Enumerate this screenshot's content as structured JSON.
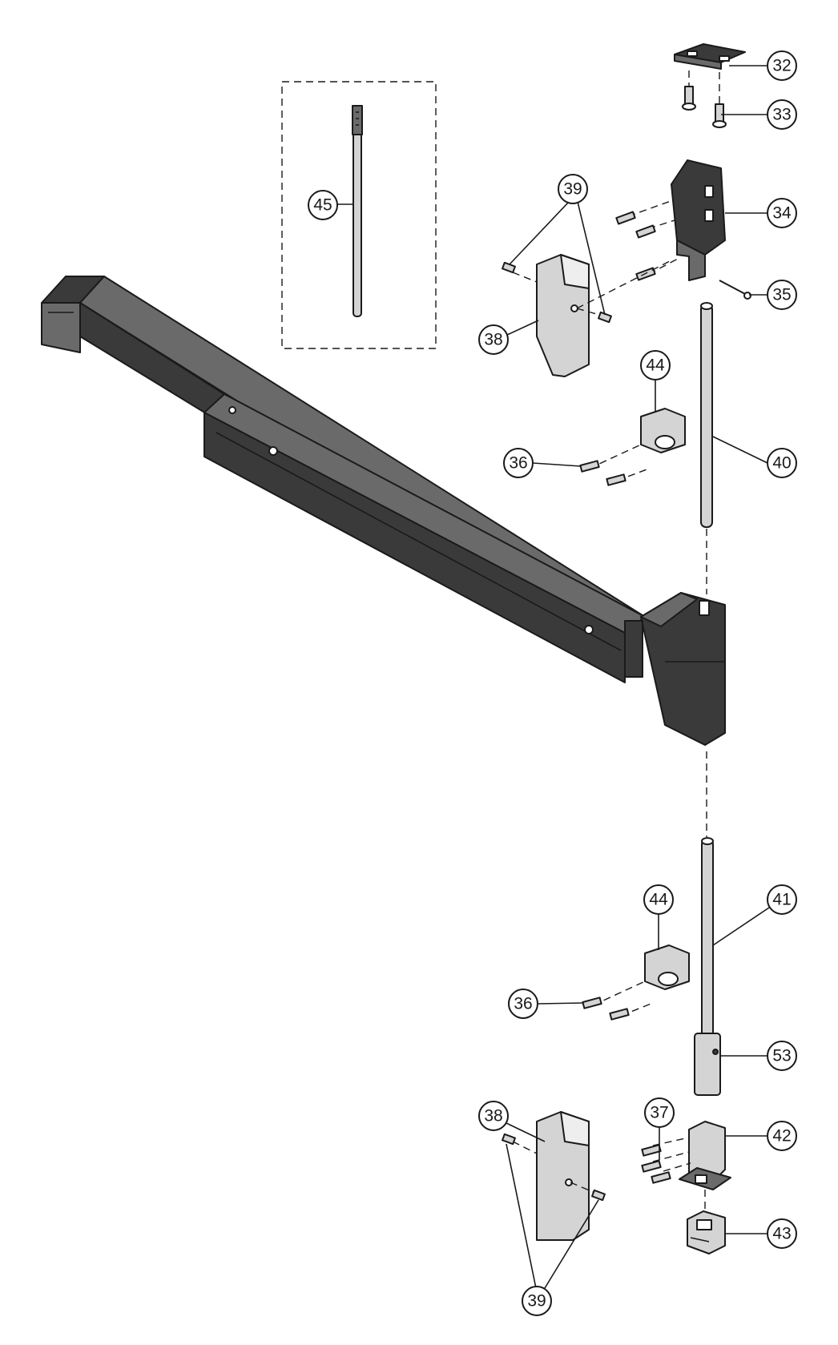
{
  "colors": {
    "ink": "#1a1a1a",
    "dark_part": "#3a3a3a",
    "rod": "#d4d4d4",
    "background": "#ffffff"
  },
  "callouts": {
    "c32": "32",
    "c33": "33",
    "c34": "34",
    "c35": "35",
    "c36a": "36",
    "c36b": "36",
    "c37": "37",
    "c38a": "38",
    "c38b": "38",
    "c39a": "39",
    "c39b": "39",
    "c40": "40",
    "c41": "41",
    "c42": "42",
    "c43": "43",
    "c44a": "44",
    "c44b": "44",
    "c45": "45",
    "c53": "53"
  }
}
